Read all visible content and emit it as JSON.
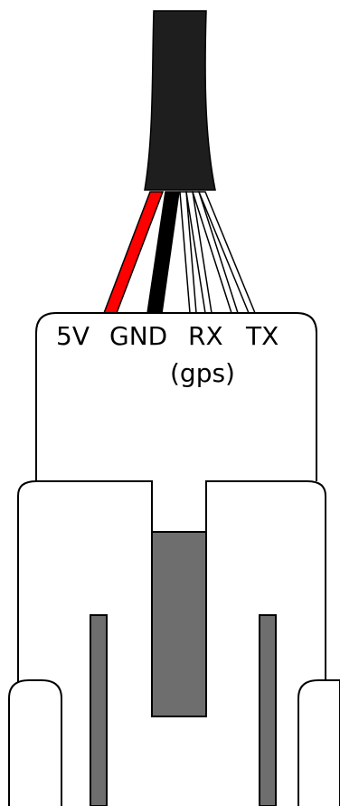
{
  "labels": {
    "pin_5v": "5V",
    "pin_gnd": "GND",
    "pin_rx": "RX",
    "pin_tx": "TX",
    "rx_note": "(gps)"
  },
  "colors": {
    "cable_jacket": "#1e1e1e",
    "wire_5v": "#ff0000",
    "wire_gnd": "#000000",
    "wire_signal": "#ffffff",
    "outline": "#000000",
    "connector_body": "#ffffff",
    "latch_fill": "#6e6e6e"
  }
}
